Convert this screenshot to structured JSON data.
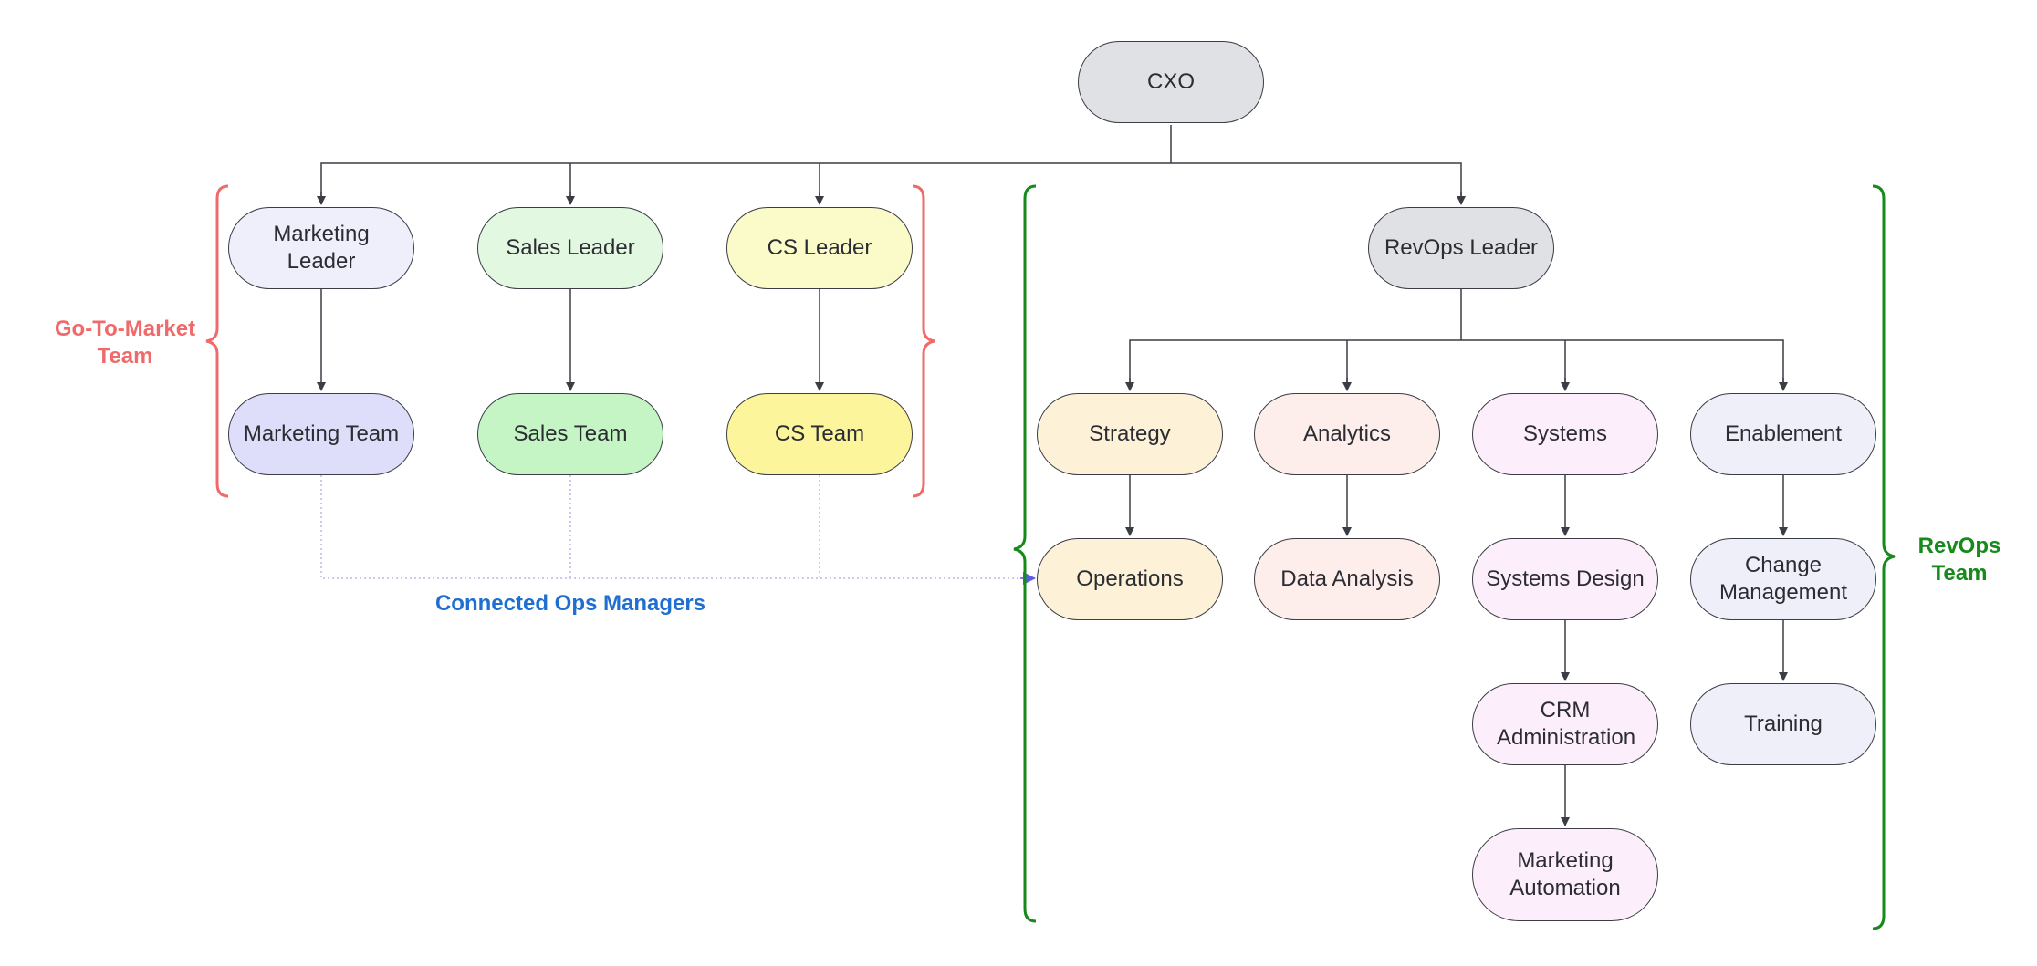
{
  "nodes": {
    "cxo": "CXO",
    "marketing_leader": "Marketing Leader",
    "sales_leader": "Sales Leader",
    "cs_leader": "CS Leader",
    "revops_leader": "RevOps Leader",
    "marketing_team": "Marketing Team",
    "sales_team": "Sales Team",
    "cs_team": "CS Team",
    "strategy": "Strategy",
    "analytics": "Analytics",
    "systems": "Systems",
    "enablement": "Enablement",
    "operations": "Operations",
    "data_analysis": "Data Analysis",
    "systems_design": "Systems Design",
    "change_management": "Change Management",
    "crm_administration": "CRM Administration",
    "training": "Training",
    "marketing_automation": "Marketing Automation"
  },
  "groups": {
    "go_to_market": "Go-To-Market Team",
    "revops": "RevOps Team"
  },
  "connector_label": "Connected Ops Managers",
  "colors": {
    "line": "#3a3d44",
    "gtm_bracket": "#ef6b6b",
    "revops_bracket": "#168a1b",
    "connector": "#b9b8e6",
    "connector_arrow": "#5b5be8",
    "connector_label": "#1f6fd1",
    "gray_fill": "#dfe1e4",
    "marketing_leader_fill": "#efeffc",
    "marketing_team_fill": "#dedefa",
    "sales_leader_fill": "#e2f8e1",
    "sales_team_fill": "#c5f5c5",
    "cs_leader_fill": "#fbfbc9",
    "cs_team_fill": "#fcf59b",
    "strategy_fill": "#fdf2d8",
    "analytics_fill": "#fdeeec",
    "systems_fill": "#fdeefb",
    "enablement_fill": "#efeff9"
  }
}
